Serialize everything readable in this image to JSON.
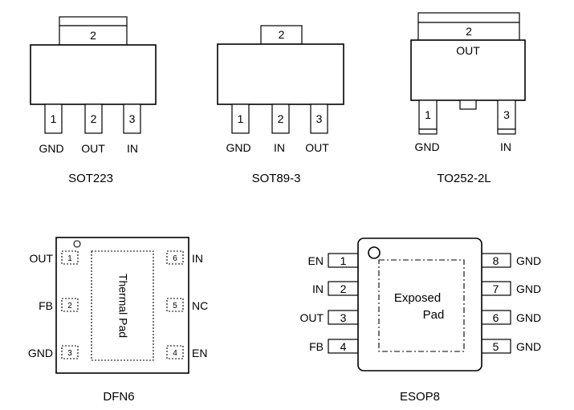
{
  "packages": {
    "sot223": {
      "caption": "SOT223",
      "tab_number": "2",
      "pins": [
        {
          "number": "1",
          "name": "GND"
        },
        {
          "number": "2",
          "name": "OUT"
        },
        {
          "number": "3",
          "name": "IN"
        }
      ]
    },
    "sot89": {
      "caption": "SOT89-3",
      "tab_number": "2",
      "pins": [
        {
          "number": "1",
          "name": "GND"
        },
        {
          "number": "2",
          "name": "IN"
        },
        {
          "number": "3",
          "name": "OUT"
        }
      ]
    },
    "to252": {
      "caption": "TO252-2L",
      "tab_number": "2",
      "tab_name": "OUT",
      "pins": [
        {
          "number": "1",
          "name": "GND"
        },
        {
          "number": "3",
          "name": "IN"
        }
      ]
    },
    "dfn6": {
      "caption": "DFN6",
      "pad_label": "Thermal Pad",
      "left_pins": [
        {
          "number": "1",
          "name": "OUT"
        },
        {
          "number": "2",
          "name": "FB"
        },
        {
          "number": "3",
          "name": "GND"
        }
      ],
      "right_pins": [
        {
          "number": "6",
          "name": "IN"
        },
        {
          "number": "5",
          "name": "NC"
        },
        {
          "number": "4",
          "name": "EN"
        }
      ]
    },
    "esop8": {
      "caption": "ESOP8",
      "pad_label_line1": "Exposed",
      "pad_label_line2": "Pad",
      "left_pins": [
        {
          "number": "1",
          "name": "EN"
        },
        {
          "number": "2",
          "name": "IN"
        },
        {
          "number": "3",
          "name": "OUT"
        },
        {
          "number": "4",
          "name": "FB"
        }
      ],
      "right_pins": [
        {
          "number": "8",
          "name": "GND"
        },
        {
          "number": "7",
          "name": "GND"
        },
        {
          "number": "6",
          "name": "GND"
        },
        {
          "number": "5",
          "name": "GND"
        }
      ]
    }
  }
}
